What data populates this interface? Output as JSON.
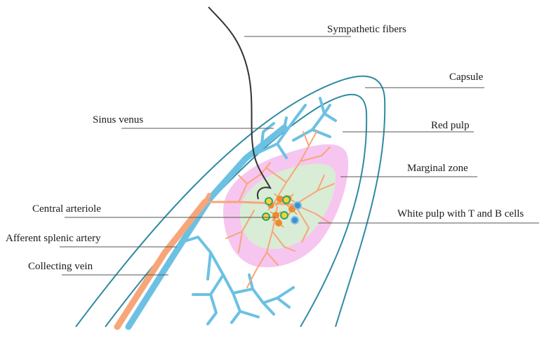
{
  "labels": {
    "sympathetic_fibers": "Sympathetic fibers",
    "capsule": "Capsule",
    "sinus_venus": "Sinus venus",
    "red_pulp": "Red pulp",
    "marginal_zone": "Marginal zone",
    "central_arteriole": "Central arteriole",
    "white_pulp": "White pulp with T and B cells",
    "afferent_artery": "Afferent splenic artery",
    "collecting_vein": "Collecting vein"
  },
  "colors": {
    "capsule": "#2f8aa3",
    "vein": "#6cc1e3",
    "artery": "#f7a679",
    "marginal_zone": "#f6c6f0",
    "white_pulp": "#d9ecd6",
    "nerve": "#333333",
    "leader_line": "#555555",
    "t_cell": "#f08a2e",
    "b_cell": "#3f8fd1"
  }
}
